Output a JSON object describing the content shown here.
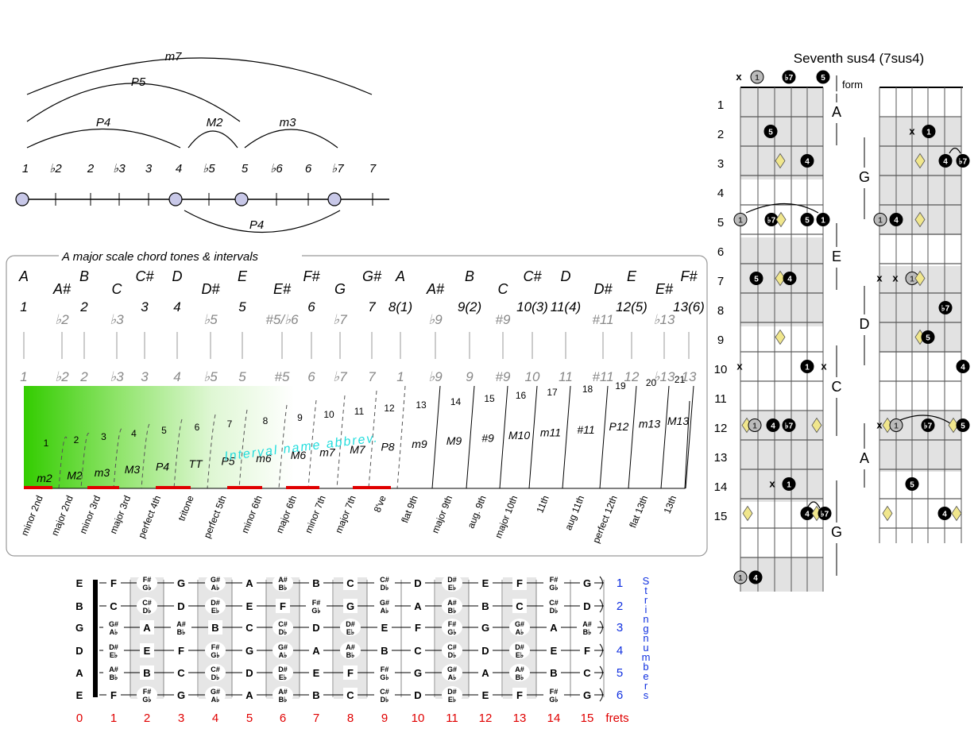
{
  "interval_arcs": {
    "top_labels": [
      "m7",
      "P5",
      "P4",
      "M2",
      "m3"
    ],
    "bottom_label": "P4",
    "degrees": [
      "1",
      "♭2",
      "2",
      "♭3",
      "3",
      "4",
      "♭5",
      "5",
      "♭6",
      "6",
      "♭7",
      "7"
    ]
  },
  "scale_panel": {
    "title": "A major scale chord tones & intervals",
    "notes": [
      "A",
      "A#",
      "B",
      "C",
      "C#",
      "D",
      "D#",
      "E",
      "E#",
      "F#",
      "G",
      "G#",
      "A",
      "A#",
      "B",
      "C",
      "C#",
      "D",
      "D#",
      "E",
      "E#",
      "F#"
    ],
    "degrees": [
      "1",
      "♭2",
      "2",
      "♭3",
      "3",
      "4",
      "♭5",
      "5",
      "#5/♭6",
      "6",
      "♭7",
      "7",
      "8(1)",
      "♭9",
      "9(2)",
      "#9",
      "10(3)",
      "11(4)",
      "#11",
      "12(5)",
      "♭13",
      "13(6)"
    ],
    "degrees_lower": [
      "1",
      "♭2",
      "2",
      "♭3",
      "3",
      "4",
      "♭5",
      "5",
      "#5",
      "6",
      "♭7",
      "7",
      "1",
      "♭9",
      "9",
      "#9",
      "10",
      "11",
      "#11",
      "12",
      "♭13",
      "13"
    ],
    "semitones": [
      "1",
      "2",
      "3",
      "4",
      "5",
      "6",
      "7",
      "8",
      "9",
      "10",
      "11",
      "12",
      "13",
      "14",
      "15",
      "16",
      "17",
      "18",
      "19",
      "20",
      "21"
    ],
    "abbrev": [
      "m2",
      "M2",
      "m3",
      "M3",
      "P4",
      "TT",
      "P5",
      "m6",
      "M6",
      "m7",
      "M7",
      "P8",
      "m9",
      "M9",
      "#9",
      "M10",
      "m11",
      "#11",
      "P12",
      "m13",
      "M13"
    ],
    "names": [
      "minor 2nd",
      "major 2nd",
      "minor 3rd",
      "major 3rd",
      "perfect 4th",
      "tritone",
      "perfect 5th",
      "minor 6th",
      "major 6th",
      "minor 7th",
      "major 7th",
      "8've",
      "flat 9th",
      "major 9th",
      "aug. 9th",
      "major 10th",
      "11th",
      "aug 11th",
      "perfect 12th",
      "flat 13th",
      "13th"
    ],
    "watermark": "Interval name abbrev."
  },
  "fretboard": {
    "open_strings": [
      "E",
      "B",
      "G",
      "D",
      "A",
      "E"
    ],
    "rows": [
      [
        "F",
        "F#G♭",
        "G",
        "G#A♭",
        "A",
        "A#B♭",
        "B",
        "C",
        "C#D♭",
        "D",
        "D#E♭",
        "E",
        "F",
        "F#G♭",
        "G"
      ],
      [
        "C",
        "C#D♭",
        "D",
        "D#E♭",
        "E",
        "F",
        "F#G♭",
        "G",
        "G#A♭",
        "A",
        "A#B♭",
        "B",
        "C",
        "C#D♭",
        "D"
      ],
      [
        "G#A♭",
        "A",
        "A#B♭",
        "B",
        "C",
        "C#D♭",
        "D",
        "D#E♭",
        "E",
        "F",
        "F#G♭",
        "G",
        "G#A♭",
        "A",
        "A#B♭"
      ],
      [
        "D#E♭",
        "E",
        "F",
        "F#G♭",
        "G",
        "G#A♭",
        "A",
        "A#B♭",
        "B",
        "C",
        "C#D♭",
        "D",
        "D#E♭",
        "E",
        "F"
      ],
      [
        "A#B♭",
        "B",
        "C",
        "C#D♭",
        "D",
        "D#E♭",
        "E",
        "F",
        "F#G♭",
        "G",
        "G#A♭",
        "A",
        "A#B♭",
        "B",
        "C"
      ],
      [
        "F",
        "F#G♭",
        "G",
        "G#A♭",
        "A",
        "A#B♭",
        "B",
        "C",
        "C#D♭",
        "D",
        "D#E♭",
        "E",
        "F",
        "F#G♭",
        "G"
      ]
    ],
    "string_numbers": [
      "1",
      "2",
      "3",
      "4",
      "5",
      "6"
    ],
    "string_numbers_label": "String numbers",
    "frets": [
      "0",
      "1",
      "2",
      "3",
      "4",
      "5",
      "6",
      "7",
      "8",
      "9",
      "10",
      "11",
      "12",
      "13",
      "14",
      "15"
    ],
    "frets_label": "frets"
  },
  "chord_chart": {
    "title": "Seventh sus4 (7sus4)",
    "form_label": "form",
    "fret_numbers": [
      "1",
      "2",
      "3",
      "4",
      "5",
      "6",
      "7",
      "8",
      "9",
      "10",
      "11",
      "12",
      "13",
      "14",
      "15"
    ],
    "left_forms": [
      "A",
      "E",
      "C",
      "G"
    ],
    "right_forms": [
      "G",
      "D",
      "A"
    ],
    "mute": "x",
    "note_labels": [
      "1",
      "4",
      "5",
      "♭7"
    ]
  },
  "colors": {
    "blue": "#1030e0",
    "red": "#e00000",
    "green": "#33cc00",
    "cyan": "#22dddd",
    "gray_node": "#c8c8e8",
    "diamond": "#f0e68c"
  }
}
